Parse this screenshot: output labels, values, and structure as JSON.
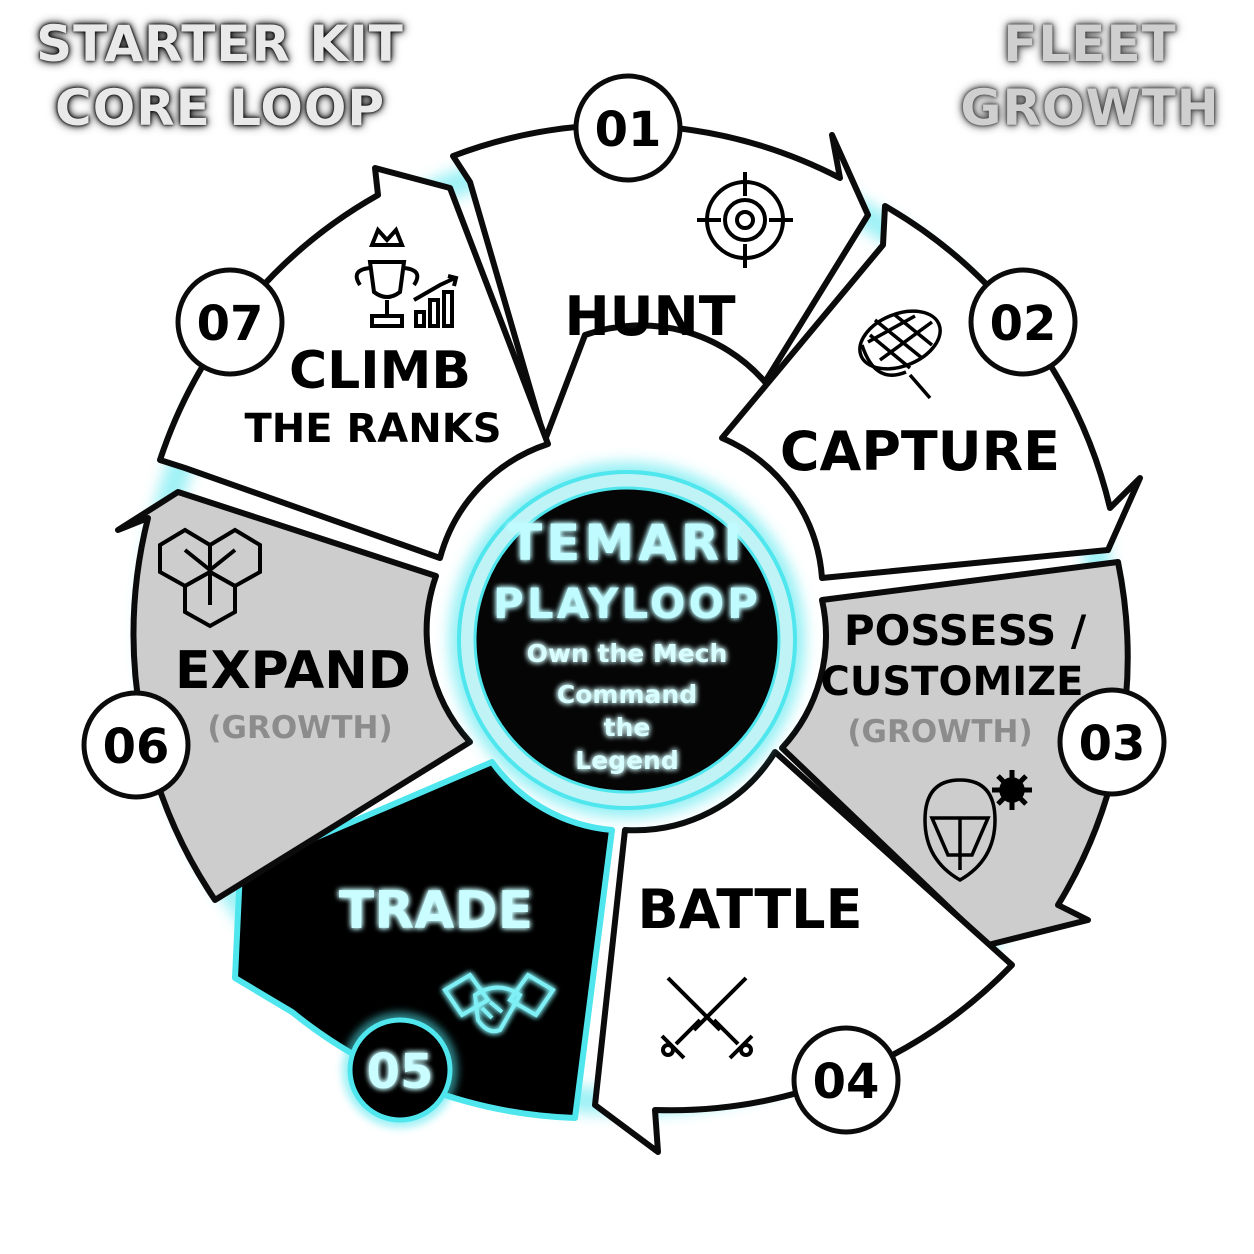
{
  "corner_labels": {
    "left_line1": "STARTER KIT",
    "left_line2": "CORE LOOP",
    "right_line1": "FLEET",
    "right_line2": "GROWTH"
  },
  "center": {
    "title_line1": "TEMARI",
    "title_line2": "PLAYLOOP",
    "tagline1": "Own the Mech",
    "tagline2_line1": "Command",
    "tagline2_line2": "the",
    "tagline2_line3": "Legend"
  },
  "segments": [
    {
      "number": "01",
      "label": "HUNT",
      "icon": "crosshair-icon",
      "style": "white"
    },
    {
      "number": "02",
      "label": "CAPTURE",
      "icon": "net-icon",
      "style": "white"
    },
    {
      "number": "03",
      "label_line1": "POSSESS /",
      "label_line2": "CUSTOMIZE",
      "note": "(GROWTH)",
      "icon": "helmet-gear-icon",
      "style": "gray"
    },
    {
      "number": "04",
      "label": "BATTLE",
      "icon": "crossed-swords-icon",
      "style": "white"
    },
    {
      "number": "05",
      "label": "TRADE",
      "icon": "handshake-icon",
      "style": "black"
    },
    {
      "number": "06",
      "label": "EXPAND",
      "note": "(GROWTH)",
      "icon": "hex-expand-icon",
      "style": "gray"
    },
    {
      "number": "07",
      "label_line1": "CLIMB",
      "label_line2": "THE RANKS",
      "icon": "trophy-chart-icon",
      "style": "white"
    }
  ],
  "colors": {
    "accent_glow": "#4fe6ee",
    "white_segment": "#ffffff",
    "gray_segment": "#cdcdcd",
    "black_segment": "#000000",
    "center_disk": "#050505",
    "note_text": "#8c8c8c"
  }
}
